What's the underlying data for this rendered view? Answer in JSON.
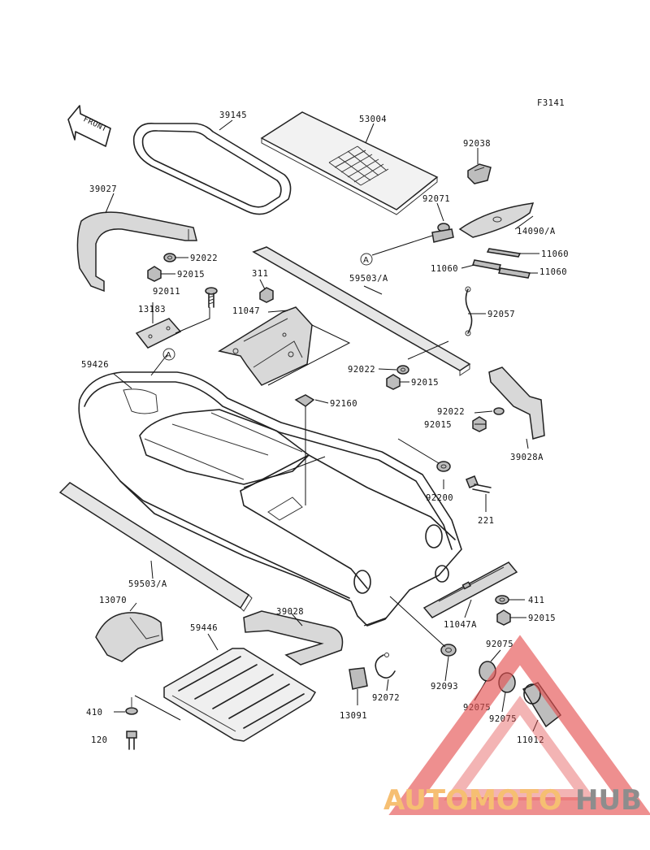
{
  "figure_code": "F3141",
  "front_marker": "FRONT",
  "ref_mark": "A",
  "labels": {
    "l39145": "39145",
    "l53004": "53004",
    "l92038": "92038",
    "l39027": "39027",
    "l92071": "92071",
    "l14090": "14090/A",
    "l11060a": "11060",
    "l11060b": "11060",
    "l11060c": "11060",
    "l92022a": "92022",
    "l92015a": "92015",
    "l92011": "92011",
    "l311": "311",
    "l59503a": "59503/A",
    "l11047": "11047",
    "l13183": "13183",
    "l92057": "92057",
    "l59426": "59426",
    "l92022b": "92022",
    "l92015b": "92015",
    "l92160": "92160",
    "l92022c": "92022",
    "l92015c": "92015",
    "l39028a": "39028A",
    "l92200": "92200",
    "l221": "221",
    "l59503b": "59503/A",
    "l411": "411",
    "l13070": "13070",
    "l39028": "39028",
    "l11047a": "11047A",
    "l92015d": "92015",
    "l92075a": "92075",
    "l59446": "59446",
    "l92093": "92093",
    "l92072": "92072",
    "l92075b": "92075",
    "l410": "410",
    "l13091": "13091",
    "l92075c": "92075",
    "l120": "120",
    "l11012": "11012"
  },
  "watermark": {
    "part1": "AUTOMOTO",
    "part2": "HUB",
    "color_orange": "#f5b45a",
    "color_gray": "#7a7a7a",
    "triangle_color": "#e45050"
  }
}
